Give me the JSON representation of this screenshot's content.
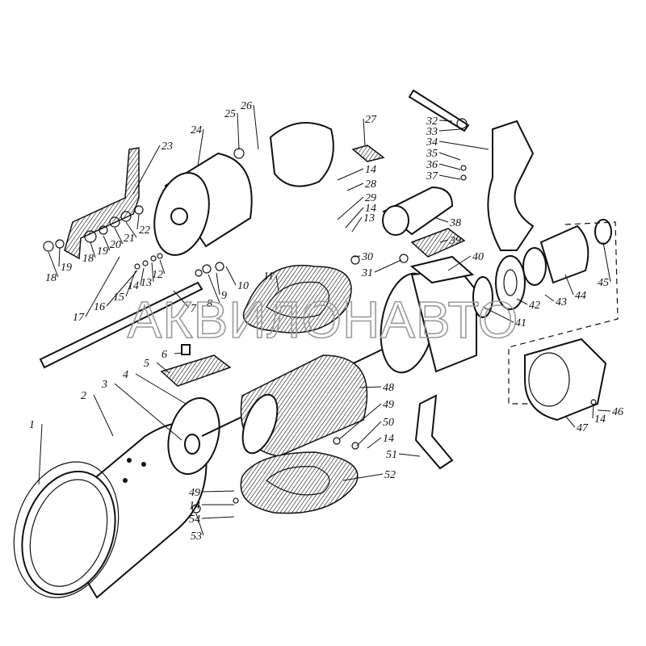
{
  "watermark": "АКВИЛОНАВТО",
  "callouts": [
    "1",
    "2",
    "3",
    "4",
    "5",
    "6",
    "7",
    "8",
    "9",
    "10",
    "11",
    "12",
    "13",
    "14",
    "15",
    "16",
    "17",
    "18",
    "18",
    "19",
    "19",
    "20",
    "21",
    "22",
    "23",
    "24",
    "25",
    "26",
    "27",
    "14",
    "28",
    "29",
    "14",
    "13",
    "30",
    "31",
    "32",
    "33",
    "34",
    "35",
    "36",
    "37",
    "38",
    "39",
    "40",
    "41",
    "42",
    "43",
    "44",
    "45",
    "46",
    "47",
    "14",
    "48",
    "49",
    "50",
    "14",
    "51",
    "52",
    "49",
    "14",
    "54",
    "53"
  ]
}
